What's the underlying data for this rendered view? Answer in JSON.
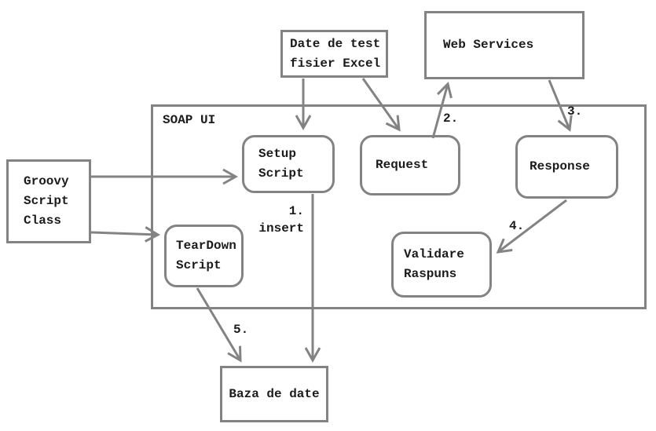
{
  "diagram": {
    "colors": {
      "stroke": "#838383",
      "text": "#1b1b1b",
      "background": "#ffffff"
    },
    "nodes": {
      "date_test_excel": {
        "label": "Date de test\nfisier Excel",
        "shape": "rectangle"
      },
      "web_services": {
        "label": "Web Services",
        "shape": "rectangle"
      },
      "soap_ui": {
        "label": "SOAP UI",
        "shape": "container"
      },
      "groovy": {
        "label": "Groovy\nScript\nClass",
        "shape": "rectangle"
      },
      "setup": {
        "label": "Setup\nScript",
        "shape": "rounded"
      },
      "request": {
        "label": "Request",
        "shape": "rounded"
      },
      "response": {
        "label": "Response",
        "shape": "rounded"
      },
      "teardown": {
        "label": "TearDown\nScript",
        "shape": "rounded"
      },
      "validare": {
        "label": "Validare\nRaspuns",
        "shape": "rounded"
      },
      "baza": {
        "label": "Baza de date",
        "shape": "rectangle"
      }
    },
    "edges": [
      {
        "from": "date_test_excel",
        "to": "setup",
        "label": ""
      },
      {
        "from": "date_test_excel",
        "to": "request",
        "label": ""
      },
      {
        "from": "request",
        "to": "web_services",
        "label": "2."
      },
      {
        "from": "web_services",
        "to": "response",
        "label": "3."
      },
      {
        "from": "groovy",
        "to": "setup",
        "label": ""
      },
      {
        "from": "groovy",
        "to": "teardown",
        "label": ""
      },
      {
        "from": "response",
        "to": "validare",
        "label": "4."
      },
      {
        "from": "setup",
        "to": "baza",
        "label": "1.\ninsert"
      },
      {
        "from": "teardown",
        "to": "baza",
        "label": "5."
      }
    ]
  }
}
